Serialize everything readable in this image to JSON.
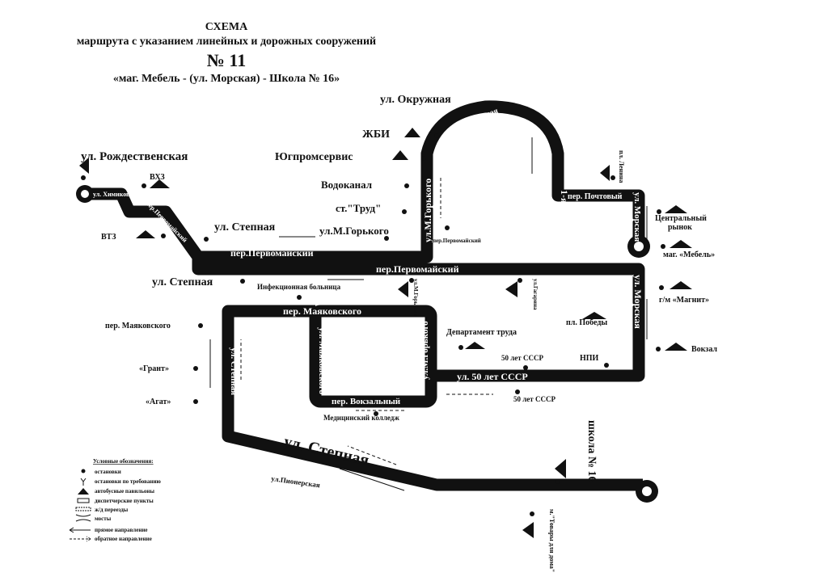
{
  "header": {
    "title": "СХЕМА",
    "subtitle": "маршрута с указанием линейных и дорожных сооружений",
    "number": "№ 11",
    "route": "«маг. Мебель - (ул. Морская) - Школа № 16»"
  },
  "streets": {
    "okruzhnaya": "ул.Окружная",
    "betonnaya": "1-я Бетонная",
    "pochtovy": "пер. Почтовый",
    "morskaya_top": "ул. Морская",
    "gorkogo": "ул.М.Горького",
    "pervomaisky_upper": "пер.Первомайский",
    "pervomaisky_lower": "пер.Первомайский",
    "pervomaisky_diag": "пер.Первомайский",
    "himikov": "ул. Химиков",
    "morskaya": "ул. Морская",
    "mayakovskogo_per": "пер. Маяковского",
    "mayakovskogo_ul": "ул. Маяковского",
    "gorkogo_box": "ул.М.Горького",
    "vokzalny": "пер. Вокзальный",
    "let50": "ул. 50 лет СССР",
    "stepnaya_v": "ул. Степная",
    "stepnaya_main": "ул. Степная",
    "school": "школа № 16"
  },
  "stops": {
    "okruzhnaya": "ул. Окружная",
    "zhbi": "ЖБИ",
    "yugprom": "Югпромсервис",
    "vodokanal": "Водоканал",
    "trud": "ст.\"Труд\"",
    "gorkogo": "ул.М.Горького",
    "rozhd": "ул. Рождественская",
    "vhz": "ВХЗ",
    "vtz": "ВТЗ",
    "stepnaya1": "ул. Степная",
    "stepnaya2": "ул. Степная",
    "pervomaisky_small": "пер.Первомайский",
    "lenina": "пл. Ленина",
    "rynok1": "Центральный",
    "rynok2": "рынок",
    "mebel": "маг. «Мебель»",
    "magnit": "г/м «Магнит»",
    "vokzal": "Вокзал",
    "infek": "Инфекционная больница",
    "gorkogo_small": "ул.М.Горького",
    "gagarina": "ул.Гагарина",
    "pobedy": "пл. Победы",
    "department": "Департамент труда",
    "let50a": "50 лет СССР",
    "npi": "НПИ",
    "let50b": "50 лет СССР",
    "med": "Медицинский колледж",
    "mayak": "пер. Маяковского",
    "grant": "«Грант»",
    "agat": "«Агат»",
    "pionerskaya": "ул.Пионерская",
    "tovary": "м.\"Товары для дома\""
  },
  "legend": {
    "title": "Условные обозначения:",
    "items": [
      "остановки",
      "остановки по требованию",
      "автобусные павильоны",
      "диспетчерские пункты",
      "ж/д переезды",
      "мосты",
      "прямое направление",
      "обратное направление"
    ]
  }
}
